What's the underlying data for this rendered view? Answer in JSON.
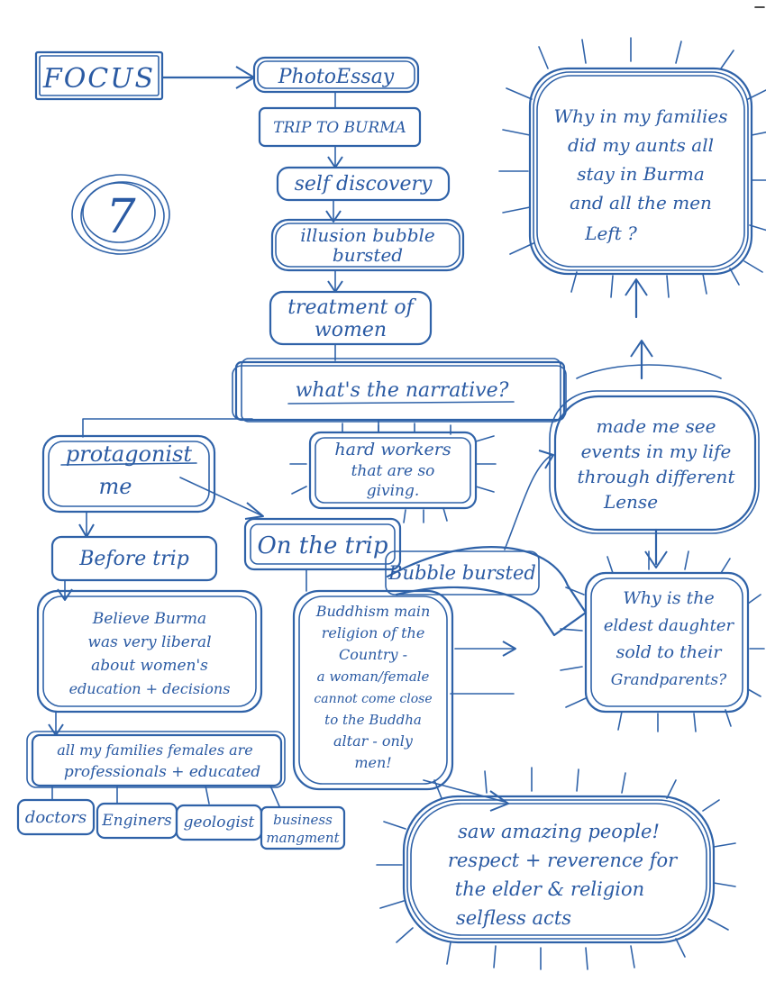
{
  "page_number": "7",
  "nodes": {
    "focus": {
      "lines": [
        "FOCUS"
      ]
    },
    "photo_essay": {
      "lines": [
        "PhotoEssay"
      ]
    },
    "trip": {
      "lines": [
        "TRIP TO BURMA"
      ]
    },
    "self_discovery": {
      "lines": [
        "self discovery"
      ]
    },
    "illusion": {
      "lines": [
        "illusion bubble",
        "bursted"
      ]
    },
    "treatment": {
      "lines": [
        "treatment of",
        "women"
      ]
    },
    "narrative": {
      "lines": [
        "what's the narrative?"
      ]
    },
    "protagonist": {
      "lines": [
        "protagonist",
        "me"
      ]
    },
    "hard_workers": {
      "lines": [
        "hard workers",
        "that are so",
        "giving."
      ]
    },
    "before_trip": {
      "lines": [
        "Before trip"
      ]
    },
    "on_the_trip": {
      "lines": [
        "On the trip"
      ]
    },
    "bubble_bursted": {
      "lines": [
        "Bubble bursted"
      ]
    },
    "believed": {
      "lines": [
        "Believe Burma",
        "was very liberal",
        "about women's",
        "education + decisions"
      ]
    },
    "buddhism": {
      "lines": [
        "Buddhism main",
        "religion of the",
        "Country -",
        "a woman/female",
        "cannot come close",
        "to the Buddha",
        "altar - only",
        "men!"
      ]
    },
    "why_aunts": {
      "lines": [
        "Why in my families",
        "did my aunts all",
        "stay in Burma",
        "and all the men",
        "Left ?"
      ]
    },
    "made_me_see": {
      "lines": [
        "made me see",
        "events in my life",
        "through different",
        "Lense"
      ]
    },
    "eldest": {
      "lines": [
        "Why is the",
        "eldest daughter",
        "sold to their",
        "Grandparents?"
      ]
    },
    "families_females": {
      "lines": [
        "all my families females are",
        "professionals + educated"
      ]
    },
    "doctors": {
      "lines": [
        "doctors"
      ]
    },
    "engineers": {
      "lines": [
        "Enginers"
      ]
    },
    "geologist": {
      "lines": [
        "geologist"
      ]
    },
    "business": {
      "lines": [
        "business",
        "mangment"
      ]
    },
    "amazing": {
      "lines": [
        "saw amazing people!",
        "respect + reverence for",
        "the elder & religion",
        "selfless acts"
      ]
    }
  },
  "colors": {
    "ink": "#2f62a8",
    "paper": "#ffffff"
  }
}
